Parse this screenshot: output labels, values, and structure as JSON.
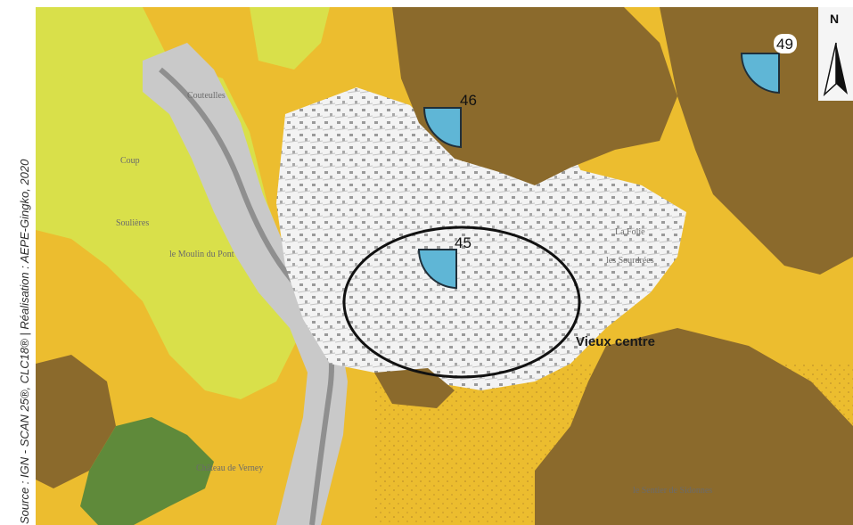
{
  "credit": "Source : IGN - SCAN 25®, CLC18® | Réalisation : AEPE-Gingko, 2020",
  "north": {
    "label": "N"
  },
  "markers": [
    {
      "id": "45",
      "label": "45"
    },
    {
      "id": "46",
      "label": "46"
    },
    {
      "id": "49",
      "label": "49"
    }
  ],
  "annotation": {
    "label": "Vieux centre"
  },
  "basemap_labels": [
    "Soulières",
    "le Moulin du Pont",
    "Château de Verney",
    "La Folie",
    "les Sourdrées",
    "le Sentier de Sidonnes",
    "Couteulles",
    "Coup"
  ],
  "colors": {
    "high": "#8b6a2c",
    "medium": "#ecbd2f",
    "low": "#d9e04a",
    "forest": "#5f8a3a",
    "urban": "#f2f2f2",
    "marker": "#5fb6d6"
  }
}
